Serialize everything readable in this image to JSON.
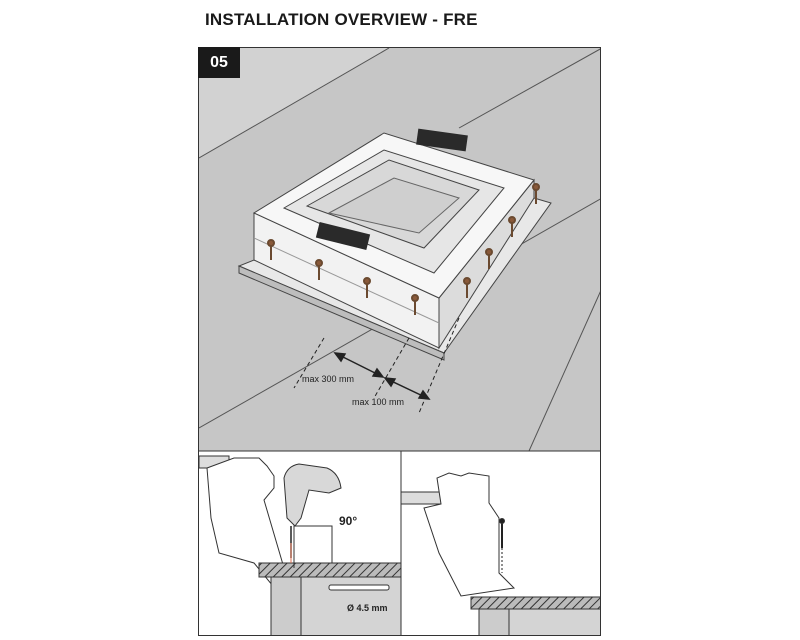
{
  "title": "INSTALLATION OVERVIEW - FRE",
  "step_badge": "05",
  "main_panel": {
    "dimension_1": "max 300 mm",
    "dimension_2": "max 100 mm"
  },
  "detail_left": {
    "angle_label": "90°",
    "drill_label": "Ø 4.5 mm"
  },
  "colors": {
    "roof": "#c6c6c6",
    "panel_bg": "#ffffff",
    "badge": "#1a1a1a",
    "screw": "#8a5a3a"
  }
}
